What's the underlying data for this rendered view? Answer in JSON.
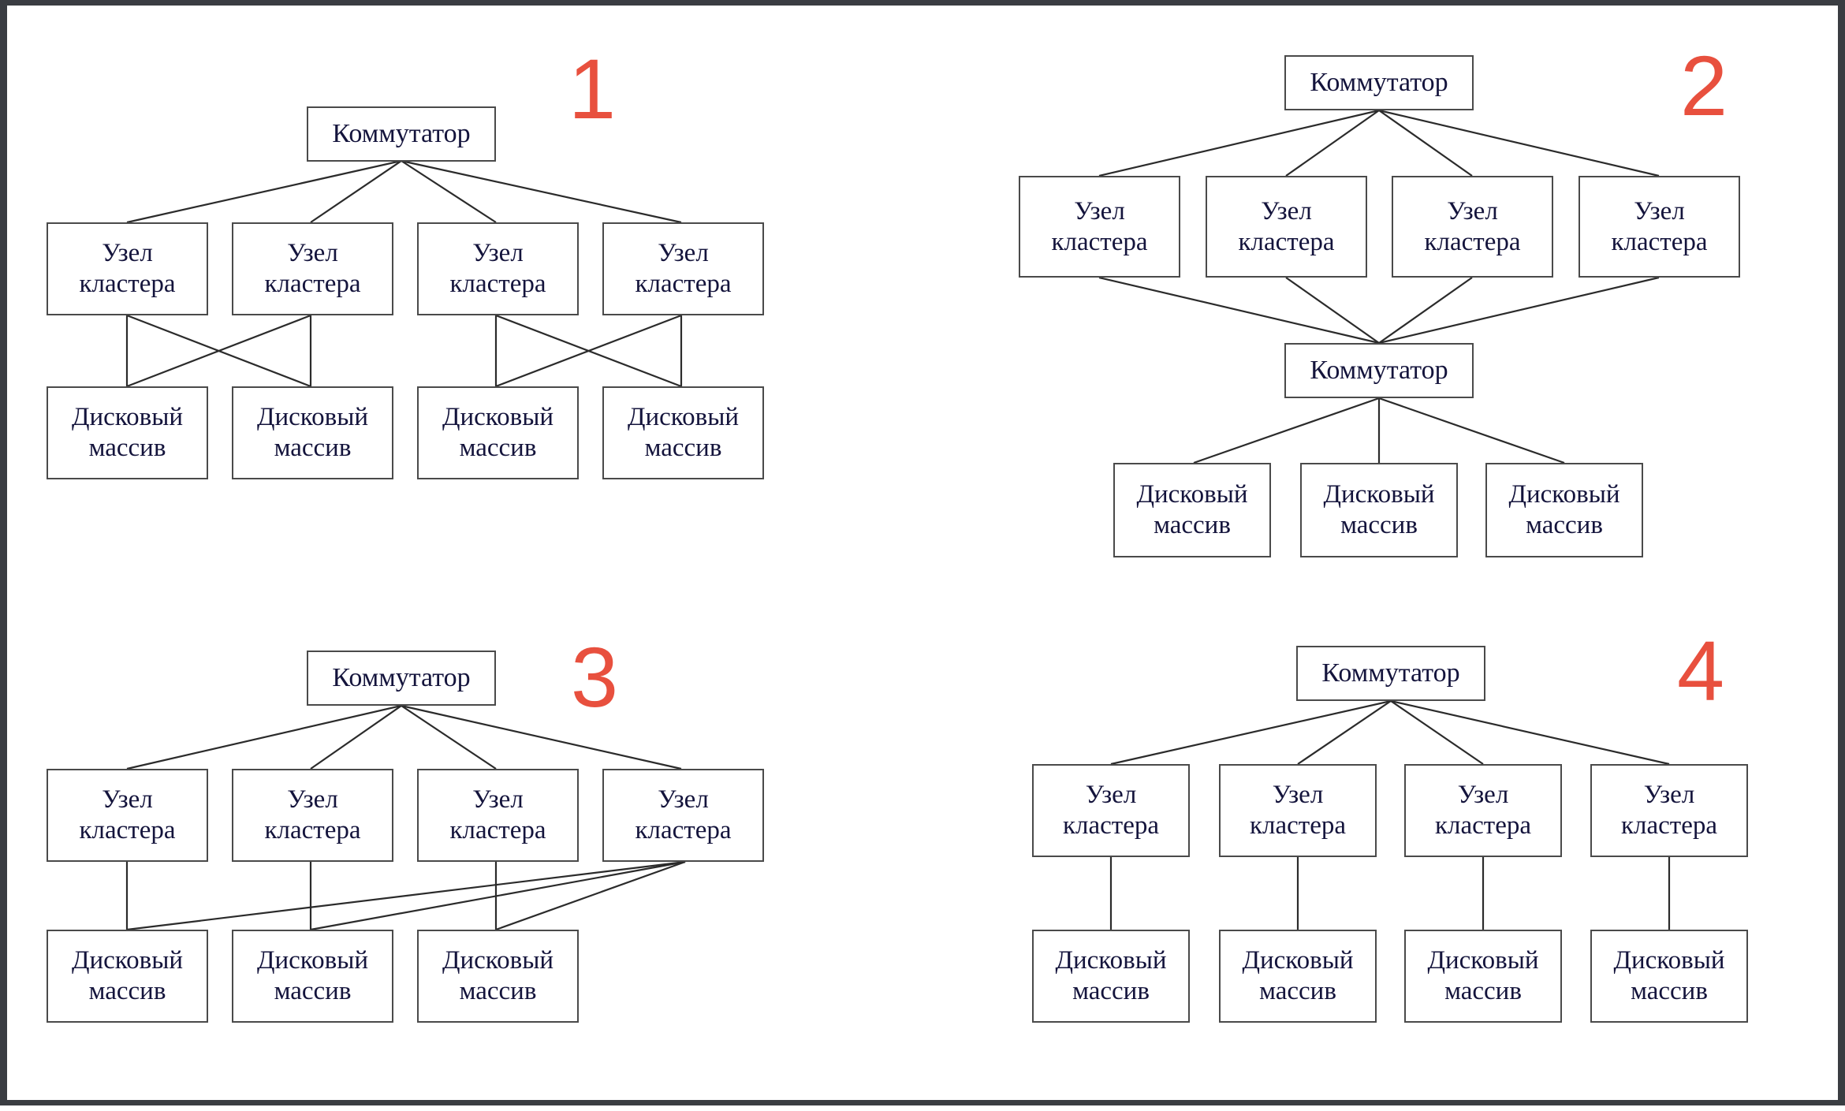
{
  "page": {
    "background": "#ffffff",
    "border_color": "#3a3d42",
    "label_color": "#e8503e",
    "box_border_color": "#4a4a4a",
    "line_color": "#2b2b2b",
    "text_color": "#14143c"
  },
  "labels": {
    "switch_line1": "Коммутатор",
    "node_line1": "Узел",
    "node_line2": "кластера",
    "disk_line1": "Дисковый",
    "disk_line2": "массив"
  },
  "diagrams": [
    {
      "number": "1",
      "switch_count": 1,
      "cluster_node_count": 4,
      "disk_array_count": 4,
      "topology": "Один коммутатор соединён с четырьмя узлами кластера; узлы попарно перекрёстно соединены с четырьмя дисковыми массивами"
    },
    {
      "number": "2",
      "switch_count": 2,
      "cluster_node_count": 4,
      "disk_array_count": 3,
      "topology": "Верхний коммутатор соединён с четырьмя узлами кластера, узлы соединены с нижним коммутатором, который соединён с тремя дисковыми массивами"
    },
    {
      "number": "3",
      "switch_count": 1,
      "cluster_node_count": 4,
      "disk_array_count": 3,
      "topology": "Коммутатор соединён с четырьмя узлами кластера; узлы 1-3 соединены напрямую с дисковыми массивами, узел 4 соединён со всеми тремя дисковыми массивами"
    },
    {
      "number": "4",
      "switch_count": 1,
      "cluster_node_count": 4,
      "disk_array_count": 4,
      "topology": "Коммутатор соединён с четырьмя узлами кластера; каждый узел соединён со своим дисковым массивом"
    }
  ]
}
